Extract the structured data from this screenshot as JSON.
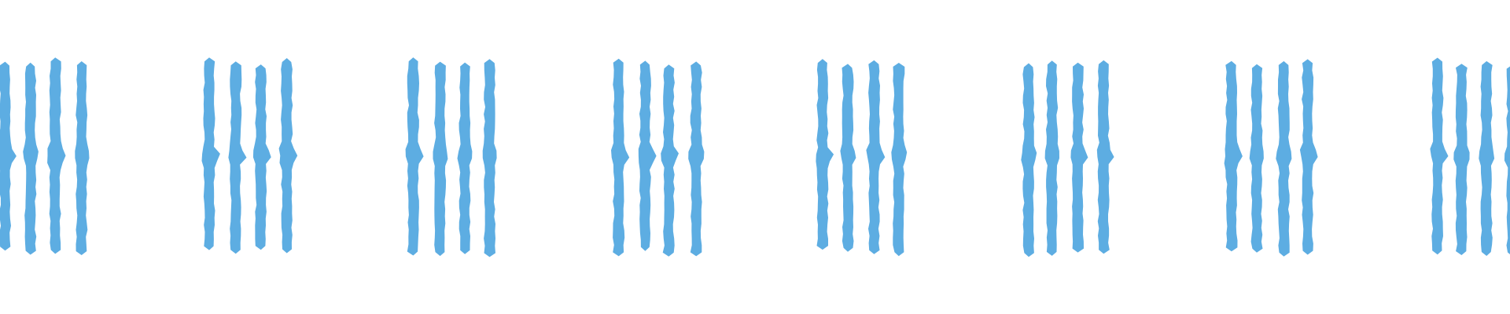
{
  "pattern": {
    "name": "brush-stroke-bar-strip",
    "stroke_color": "#5dade2",
    "background_color": "#ffffff",
    "group_count": 8,
    "bars_per_group": 4
  }
}
